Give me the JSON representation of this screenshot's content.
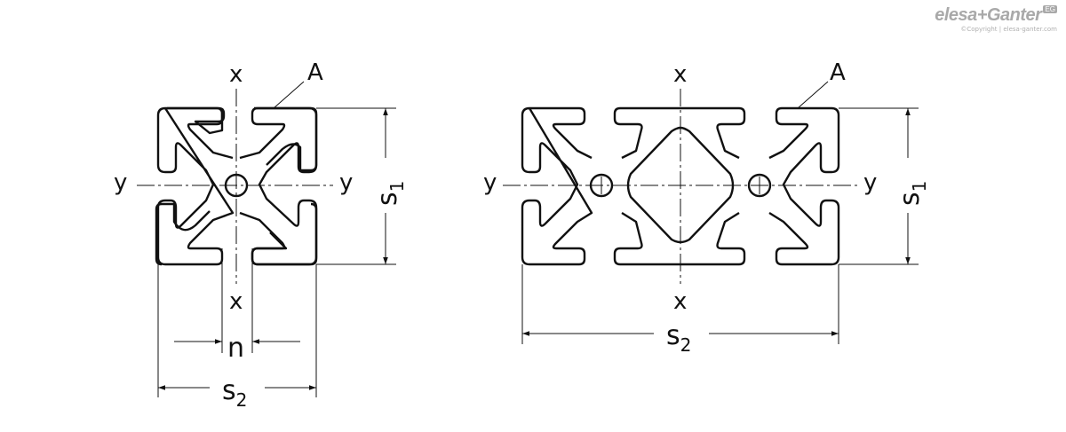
{
  "brand": {
    "name": "elesa+Ganter",
    "badge": "EG",
    "copyright": "©Copyright | elesa-ganter.com"
  },
  "left_profile": {
    "axis_x_top": "x",
    "axis_x_bottom": "x",
    "axis_y_left": "y",
    "axis_y_right": "y",
    "callout": "A",
    "dim_height_main": "s",
    "dim_height_sub": "1",
    "dim_width_main": "s",
    "dim_width_sub": "2",
    "dim_slot": "n"
  },
  "right_profile": {
    "axis_x_top": "x",
    "axis_x_bottom": "x",
    "axis_y_left": "y",
    "axis_y_right": "y",
    "callout": "A",
    "dim_height_main": "s",
    "dim_height_sub": "1",
    "dim_width_main": "s",
    "dim_width_sub": "2"
  },
  "colors": {
    "stroke": "#111111",
    "brand": "#a9a9a9"
  }
}
